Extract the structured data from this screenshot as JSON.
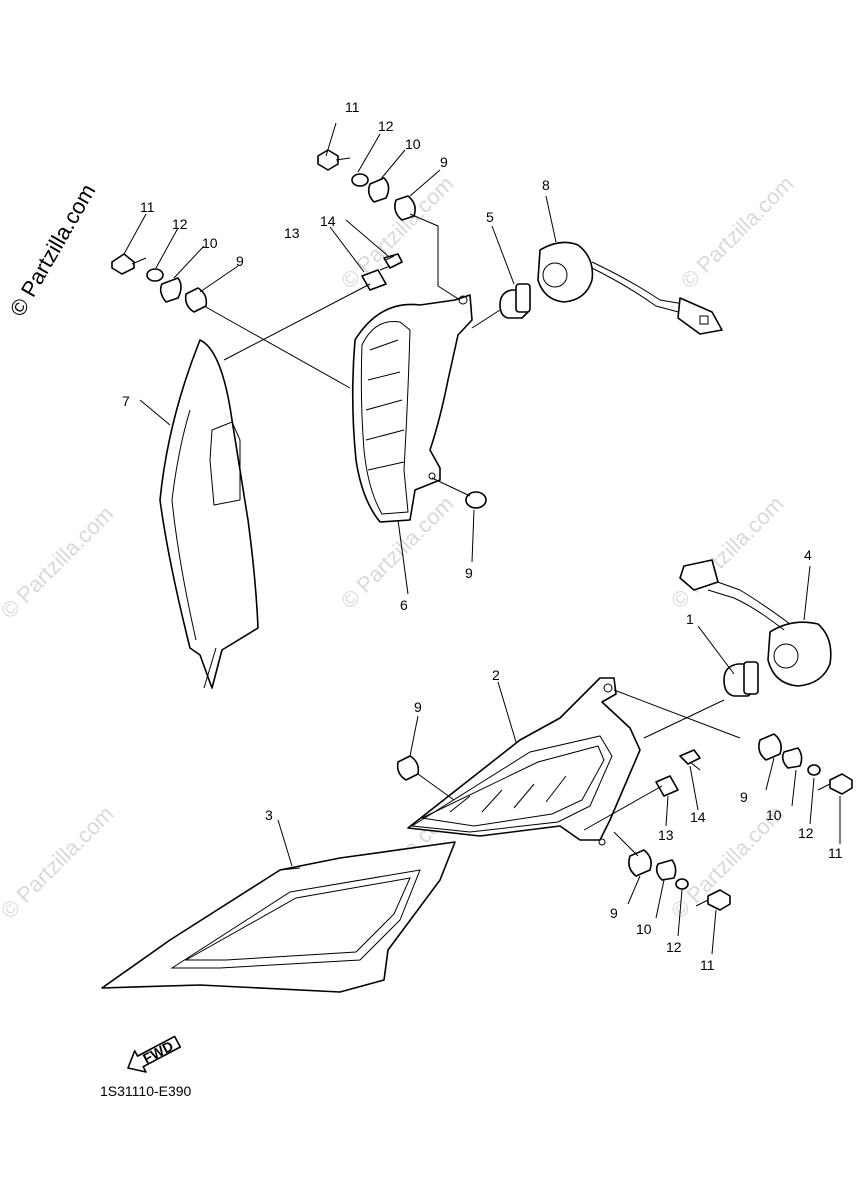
{
  "watermark": {
    "main": "© Partzilla.com",
    "tile": "© Partzilla.com"
  },
  "callouts": {
    "c1": "1",
    "c2": "2",
    "c3": "3",
    "c4": "4",
    "c5": "5",
    "c6": "6",
    "c7": "7",
    "c8": "8",
    "c9a": "9",
    "c9b": "9",
    "c9c": "9",
    "c9d": "9",
    "c9e": "9",
    "c9f": "9",
    "c10a": "10",
    "c10b": "10",
    "c10c": "10",
    "c10d": "10",
    "c11a": "11",
    "c11b": "11",
    "c11c": "11",
    "c11d": "11",
    "c12a": "12",
    "c12b": "12",
    "c12c": "12",
    "c12d": "12",
    "c13a": "13",
    "c13b": "13",
    "c14a": "14",
    "c14b": "14"
  },
  "fwd_label": "FWD",
  "diagram_code": "1S31110-E390",
  "colors": {
    "line": "#000000",
    "watermark": "#d9d9d9",
    "background": "#ffffff"
  }
}
